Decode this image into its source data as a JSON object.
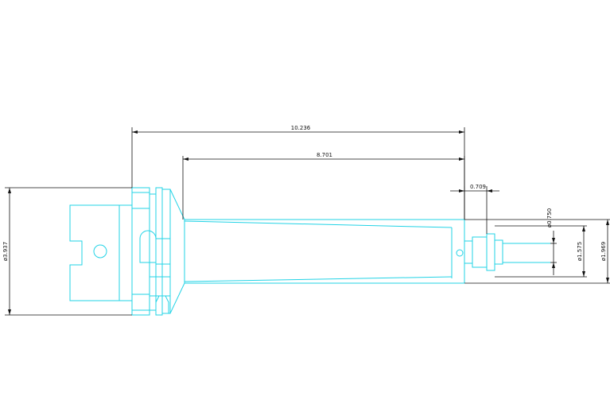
{
  "dimensions": {
    "overall_length": "10.236",
    "body_length": "8.701",
    "tip_offset": "0.709",
    "flange_diameter": "ø3.937",
    "bore_diameter": "ø0.750",
    "collar_diameter": "ø1.575",
    "body_diameter": "ø1.969"
  },
  "colors": {
    "outline": "#22d3e6",
    "dimension": "#111111",
    "background": "#ffffff"
  }
}
